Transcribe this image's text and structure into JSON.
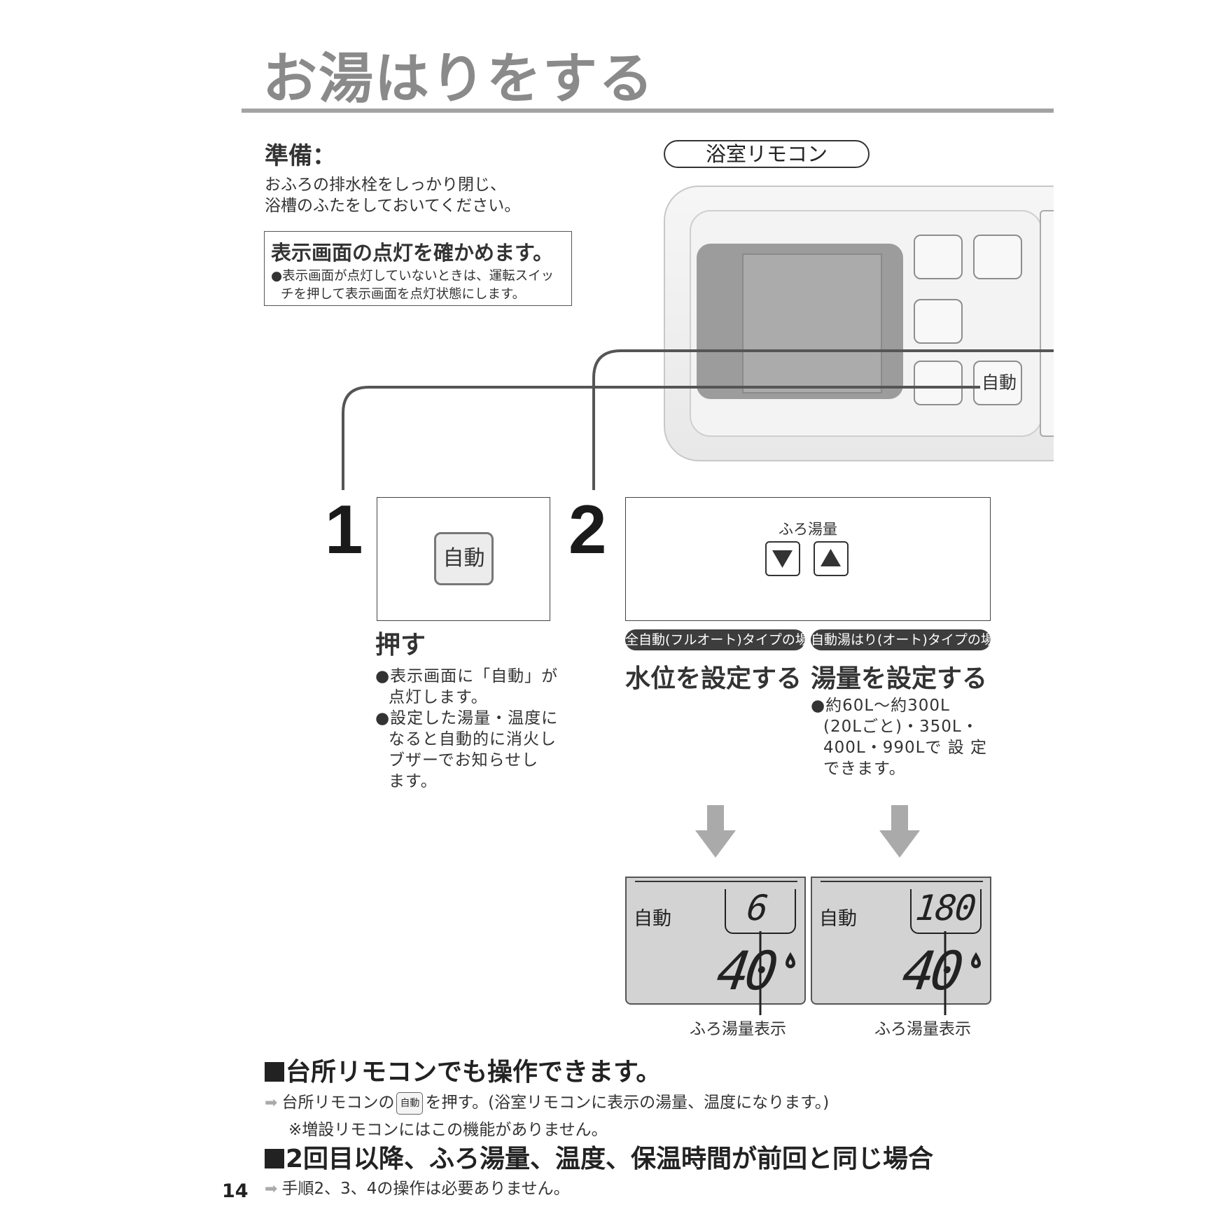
{
  "title": "お湯はりをする",
  "prep": {
    "heading": "準備：",
    "lines": [
      "おふろの排水栓をしっかり閉じ、",
      "浴槽のふたをしておいてください。"
    ]
  },
  "check_box": {
    "title": "表示画面の点灯を確かめます。",
    "notes": [
      "●表示画面が点灯していないときは、運転スイッ",
      "チを押して表示画面を点灯状態にします。"
    ]
  },
  "remote": {
    "label": "浴室リモコン",
    "auto_button": "自動"
  },
  "step1": {
    "number": "1",
    "button_label": "自動",
    "action": "押す",
    "bullets": [
      "●表示画面に「自動」が",
      "点灯します。",
      "●設定した湯量・温度に",
      "なると自動的に消火し",
      "ブザーでお知らせし",
      "ます。"
    ]
  },
  "step2": {
    "number": "2",
    "furo_label": "ふろ湯量",
    "down_icon": "triangle-down",
    "up_icon": "triangle-up",
    "full_auto": {
      "pill": "全自動(フルオート)タイプの場合",
      "heading": "水位を設定する"
    },
    "auto": {
      "pill": "自動湯はり(オート)タイプの場合",
      "heading": "湯量を設定する",
      "bullets": [
        "●約60L～約300L",
        "(20Lごと)・350L・",
        "400L・990Lで 設 定",
        "できます。"
      ]
    }
  },
  "lcd_displays": [
    {
      "auto": "自動",
      "top_value": "6",
      "temp": "40",
      "label": "ふろ湯量表示"
    },
    {
      "auto": "自動",
      "top_value": "180",
      "temp": "40",
      "label": "ふろ湯量表示"
    }
  ],
  "section1": {
    "heading": "台所リモコンでも操作できます。",
    "line1_pre": "台所リモコンの",
    "line1_key": "自動",
    "line1_post": "を押す。(浴室リモコンに表示の湯量、温度になります。)",
    "line2": "※増設リモコンにはこの機能がありません。"
  },
  "section2": {
    "heading": "2回目以降、ふろ湯量、温度、保温時間が前回と同じ場合",
    "line1": "手順2、3、4の操作は必要ありません。"
  },
  "page_number": "14",
  "colors": {
    "title_gray": "#8a8a8a",
    "pill_dark": "#3d3d3d",
    "lcd_bg": "#d3d3d3",
    "arrow_gray": "#aaaaaa"
  }
}
